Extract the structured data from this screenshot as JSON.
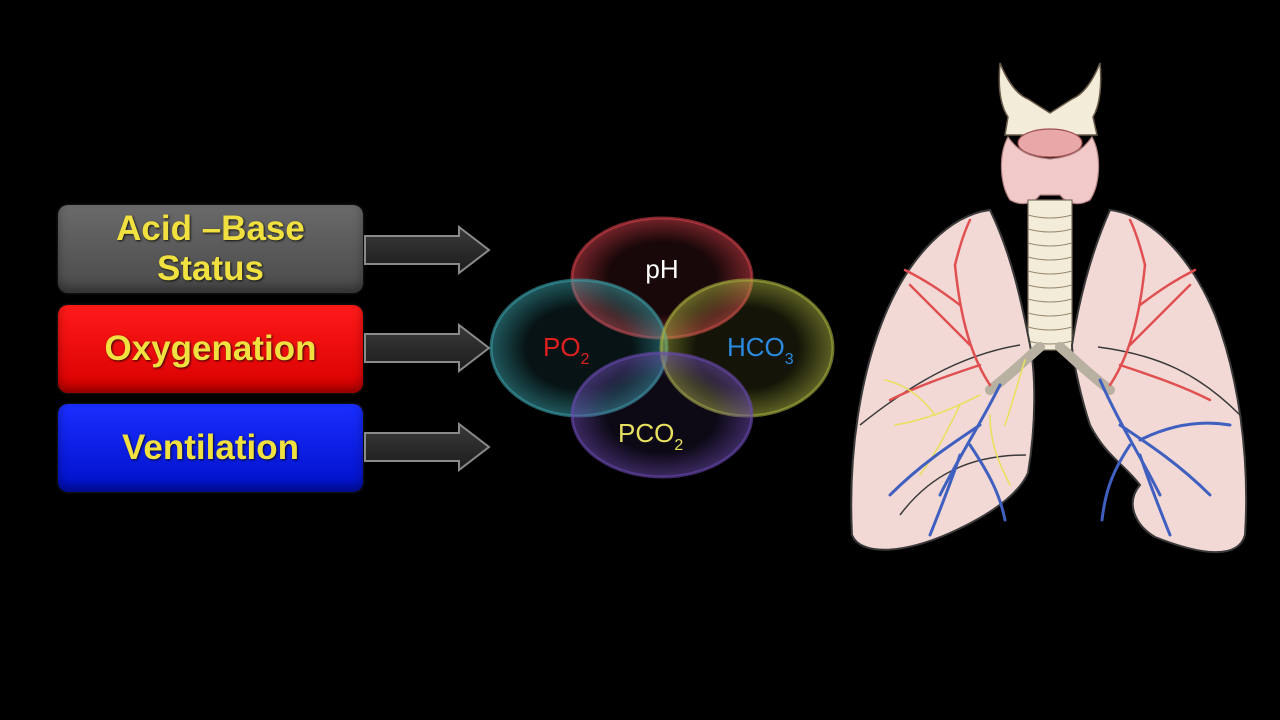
{
  "boxes": {
    "acid_base": {
      "line1": "Acid –Base",
      "line2": "Status"
    },
    "oxygenation": "Oxygenation",
    "ventilation": "Ventilation"
  },
  "venn": {
    "ph": "pH",
    "po2": {
      "base": "PO",
      "sub": "2"
    },
    "hco3": {
      "base": "HCO",
      "sub": "3"
    },
    "pco2": {
      "base": "PCO",
      "sub": "2"
    }
  },
  "colors": {
    "background": "#000000",
    "box_text": "#f0e040",
    "acid_box": "#5a5a5a",
    "oxy_box": "#ff0a0a",
    "vent_box": "#0a1ee8",
    "ph_circle": "#d0404a",
    "po2_circle": "#3aa0a8",
    "hco3_circle": "#a8b040",
    "pco2_circle": "#6a4ab0",
    "po2_text": "#e02020",
    "hco3_text": "#2a8ae0",
    "pco2_text": "#e8e060",
    "artery": "#e05050",
    "vein": "#4060c0",
    "bronchiole": "#e8e060",
    "lung_fill": "#f3d9d6"
  }
}
